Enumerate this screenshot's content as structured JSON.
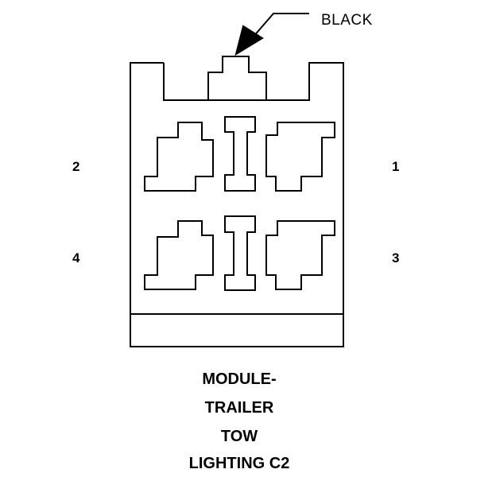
{
  "connector": {
    "color_label": "BLACK",
    "pins": [
      {
        "number": "1"
      },
      {
        "number": "2"
      },
      {
        "number": "3"
      },
      {
        "number": "4"
      }
    ],
    "title_lines": [
      "MODULE-",
      "TRAILER",
      "TOW",
      "LIGHTING C2"
    ]
  },
  "colors": {
    "stroke": "#000000",
    "background": "#ffffff"
  }
}
